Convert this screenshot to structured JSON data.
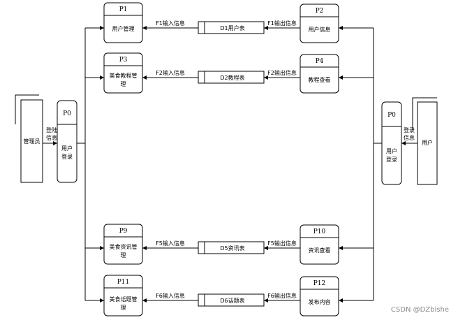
{
  "entities": {
    "admin": {
      "label": "管理员"
    },
    "user": {
      "label": "用户"
    }
  },
  "login": {
    "left": {
      "id": "P0",
      "label": [
        "用户",
        "登录"
      ],
      "flow": [
        "登陆",
        "信息"
      ]
    },
    "right": {
      "id": "P0",
      "label": [
        "用户",
        "登录"
      ],
      "flow": [
        "登录",
        "信息"
      ]
    }
  },
  "rows": [
    {
      "left": {
        "id": "P1",
        "label": [
          "用户管理"
        ]
      },
      "in": "F1输入信息",
      "store": "D1用户表",
      "out": "F1输出信息",
      "right": {
        "id": "P2",
        "label": [
          "用户信息"
        ]
      }
    },
    {
      "left": {
        "id": "P3",
        "label": [
          "美食教程管",
          "理"
        ]
      },
      "in": "F2输入信息",
      "store": "D2教程表",
      "out": "F2输出信息",
      "right": {
        "id": "P4",
        "label": [
          "教程查看"
        ]
      }
    },
    {
      "left": {
        "id": "P9",
        "label": [
          "美食资讯管",
          "理"
        ]
      },
      "in": "F5输入信息",
      "store": "D5资讯表",
      "out": "F5输出信息",
      "right": {
        "id": "P10",
        "label": [
          "资讯查看"
        ]
      }
    },
    {
      "left": {
        "id": "P11",
        "label": [
          "美食话题管",
          "理"
        ]
      },
      "in": "F6输入信息",
      "store": "D6话题表",
      "out": "F6输出信息",
      "right": {
        "id": "P12",
        "label": [
          "发布内容"
        ]
      }
    }
  ],
  "watermark": "CSDN @DZbishe"
}
